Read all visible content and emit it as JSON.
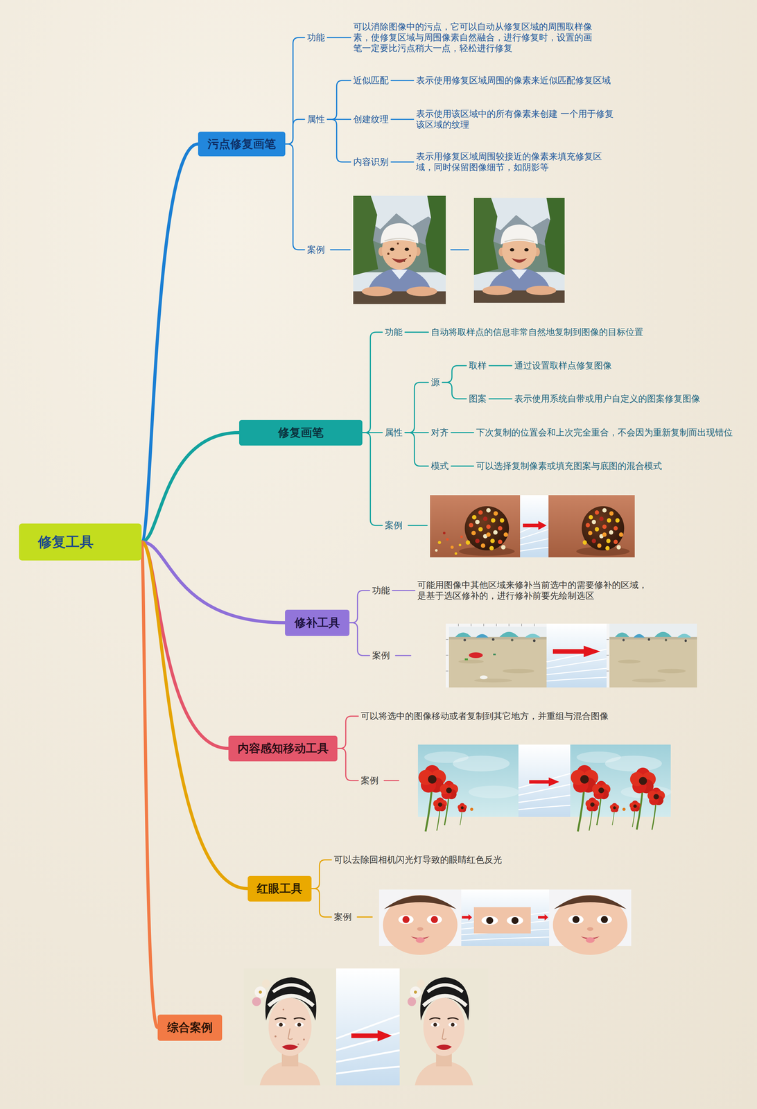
{
  "diagram": {
    "nodes": [
      {
        "text": [
          "修复工具"
        ]
      },
      {
        "text": [
          "污点修复画笔"
        ]
      },
      {
        "text": [
          "功能"
        ]
      },
      {
        "text": [
          "可以消除图像中的污点，它可以自动从修复区域的周围取样像素，使修复区域与周围像素自然融合，进行修复时，设置的画笔一定要比污点稍大一点，轻松进行修复"
        ]
      },
      {
        "text": [
          "属性"
        ]
      },
      {
        "text": [
          "近似匹配"
        ]
      },
      {
        "text": [
          "表示使用修复区域周围的像素来近似匹配修复区域"
        ]
      },
      {
        "text": [
          "创建纹理"
        ]
      },
      {
        "text": [
          "表示使用该区域中的所有像素来创建 一个用于修复该区域的纹理"
        ]
      },
      {
        "text": [
          "内容识别"
        ]
      },
      {
        "text": [
          "表示用修复区域周围较接近的像素来填充修复区域，同时保留图像细节，如阴影等"
        ]
      },
      {
        "text": [
          "案例"
        ]
      },
      {
        "text": [
          "修复画笔"
        ]
      },
      {
        "text": [
          "功能"
        ]
      },
      {
        "text": [
          "自动将取样点的信息非常自然地复制到图像的目标位置"
        ]
      },
      {
        "text": [
          "属性"
        ]
      },
      {
        "text": [
          "源"
        ]
      },
      {
        "text": [
          "取样"
        ]
      },
      {
        "text": [
          "通过设置取样点修复图像"
        ]
      },
      {
        "text": [
          "图案"
        ]
      },
      {
        "text": [
          "表示使用系统自带或用户自定义的图案修复图像"
        ]
      },
      {
        "text": [
          "对齐"
        ]
      },
      {
        "text": [
          "下次复制的位置会和上次完全重合，不会因为重新复制而出现错位"
        ]
      },
      {
        "text": [
          "模式"
        ]
      },
      {
        "text": [
          "可以选择复制像素或填充图案与底图的混合模式"
        ]
      },
      {
        "text": [
          "案例"
        ]
      },
      {
        "text": [
          "修补工具"
        ]
      },
      {
        "text": [
          "功能"
        ]
      },
      {
        "text": [
          "可能用图像中其他区域来修补当前选中的需要修补的区域，是基于选区修补的，进行修补前要先绘制选区"
        ]
      },
      {
        "text": [
          "案例"
        ]
      },
      {
        "text": [
          "内容感知移动工具"
        ]
      },
      {
        "text": [
          "可以将选中的图像移动或者复制到其它地方，并重组与混合图像"
        ]
      },
      {
        "text": [
          "案例"
        ]
      },
      {
        "text": [
          "红眼工具"
        ]
      },
      {
        "text": [
          "可以去除回相机闪光灯导致的眼睛红色反光"
        ]
      },
      {
        "text": [
          "案例"
        ]
      },
      {
        "text": [
          "综合案例"
        ]
      }
    ],
    "edges": [
      {
        "from": 0,
        "to": 1,
        "arrow": "none"
      },
      {
        "from": 1,
        "to": 2,
        "arrow": "none"
      },
      {
        "from": 2,
        "to": 3,
        "arrow": "none"
      },
      {
        "from": 1,
        "to": 4,
        "arrow": "none"
      },
      {
        "from": 4,
        "to": 5,
        "arrow": "none"
      },
      {
        "from": 5,
        "to": 6,
        "arrow": "none"
      },
      {
        "from": 4,
        "to": 7,
        "arrow": "none"
      },
      {
        "from": 7,
        "to": 8,
        "arrow": "none"
      },
      {
        "from": 4,
        "to": 9,
        "arrow": "none"
      },
      {
        "from": 9,
        "to": 10,
        "arrow": "none"
      },
      {
        "from": 1,
        "to": 11,
        "arrow": "none"
      },
      {
        "from": 0,
        "to": 12,
        "arrow": "none"
      },
      {
        "from": 12,
        "to": 13,
        "arrow": "none"
      },
      {
        "from": 13,
        "to": 14,
        "arrow": "none"
      },
      {
        "from": 12,
        "to": 15,
        "arrow": "none"
      },
      {
        "from": 15,
        "to": 16,
        "arrow": "none"
      },
      {
        "from": 16,
        "to": 17,
        "arrow": "none"
      },
      {
        "from": 17,
        "to": 18,
        "arrow": "none"
      },
      {
        "from": 16,
        "to": 19,
        "arrow": "none"
      },
      {
        "from": 19,
        "to": 20,
        "arrow": "none"
      },
      {
        "from": 15,
        "to": 21,
        "arrow": "none"
      },
      {
        "from": 21,
        "to": 22,
        "arrow": "none"
      },
      {
        "from": 15,
        "to": 23,
        "arrow": "none"
      },
      {
        "from": 23,
        "to": 24,
        "arrow": "none"
      },
      {
        "from": 12,
        "to": 25,
        "arrow": "none"
      },
      {
        "from": 0,
        "to": 26,
        "arrow": "none"
      },
      {
        "from": 26,
        "to": 27,
        "arrow": "none"
      },
      {
        "from": 27,
        "to": 28,
        "arrow": "none"
      },
      {
        "from": 26,
        "to": 29,
        "arrow": "none"
      },
      {
        "from": 0,
        "to": 30,
        "arrow": "none"
      },
      {
        "from": 30,
        "to": 31,
        "arrow": "none"
      },
      {
        "from": 30,
        "to": 32,
        "arrow": "none"
      },
      {
        "from": 0,
        "to": 33,
        "arrow": "none"
      },
      {
        "from": 33,
        "to": 34,
        "arrow": "none"
      },
      {
        "from": 33,
        "to": 35,
        "arrow": "none"
      },
      {
        "from": 0,
        "to": 36,
        "arrow": "none"
      }
    ]
  }
}
